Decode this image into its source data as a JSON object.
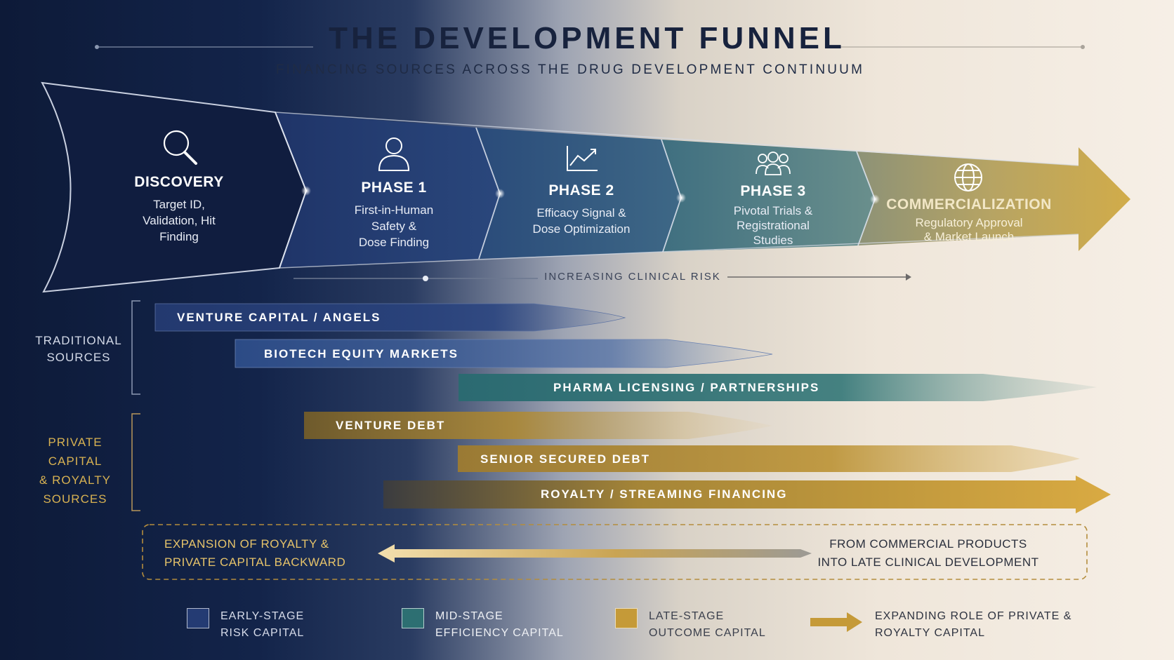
{
  "title": "THE DEVELOPMENT FUNNEL",
  "subtitle": "FINANCING SOURCES ACROSS THE DRUG DEVELOPMENT CONTINUUM",
  "stages": [
    {
      "name": "DISCOVERY",
      "desc_lines": [
        "Target ID,",
        "Validation, Hit",
        "Finding"
      ],
      "icon": "magnifier-icon"
    },
    {
      "name": "PHASE 1",
      "desc_lines": [
        "First-in-Human",
        "Safety &",
        "Dose Finding"
      ],
      "icon": "person-icon"
    },
    {
      "name": "PHASE 2",
      "desc_lines": [
        "Efficacy Signal &",
        "Dose Optimization"
      ],
      "icon": "line-chart-icon"
    },
    {
      "name": "PHASE 3",
      "desc_lines": [
        "Pivotal Trials &",
        "Registrational",
        "Studies"
      ],
      "icon": "people-group-icon"
    },
    {
      "name": "COMMERCIALIZATION",
      "desc_lines": [
        "Regulatory Approval",
        "& Market Launch"
      ],
      "icon": "globe-icon"
    }
  ],
  "risk_label": "INCREASING CLINICAL RISK",
  "groups": {
    "traditional": [
      "TRADITIONAL",
      "SOURCES"
    ],
    "private": [
      "PRIVATE CAPITAL",
      "& ROYALTY",
      "SOURCES"
    ]
  },
  "bars": [
    {
      "label": "VENTURE CAPITAL / ANGELS",
      "color": "#243b73"
    },
    {
      "label": "BIOTECH EQUITY MARKETS",
      "color": "#2e4f8c"
    },
    {
      "label": "PHARMA LICENSING / PARTNERSHIPS",
      "color": "#2d6f72"
    },
    {
      "label": "VENTURE DEBT",
      "color": "#8a6e2c"
    },
    {
      "label": "SENIOR SECURED DEBT",
      "color": "#b4892e"
    },
    {
      "label": "ROYALTY / STREAMING FINANCING",
      "color": "#c59a38"
    }
  ],
  "expansion": {
    "left": [
      "EXPANSION OF ROYALTY &",
      "PRIVATE CAPITAL BACKWARD"
    ],
    "right": [
      "FROM COMMERCIAL PRODUCTS",
      "INTO LATE CLINICAL DEVELOPMENT"
    ]
  },
  "legend": [
    {
      "lines": [
        "EARLY-STAGE",
        "RISK CAPITAL"
      ],
      "color": "#243b73"
    },
    {
      "lines": [
        "MID-STAGE",
        "EFFICIENCY CAPITAL"
      ],
      "color": "#2d6f72"
    },
    {
      "lines": [
        "LATE-STAGE",
        "OUTCOME CAPITAL"
      ],
      "color": "#c59a38"
    },
    {
      "lines": [
        "EXPANDING ROLE OF PRIVATE &",
        "ROYALTY CAPITAL"
      ],
      "color": "#c59a38",
      "icon": "arrow-right-icon"
    }
  ],
  "colors": {
    "navy": "#0d1a38",
    "gold": "#c59a38",
    "teal": "#2d6f72"
  }
}
